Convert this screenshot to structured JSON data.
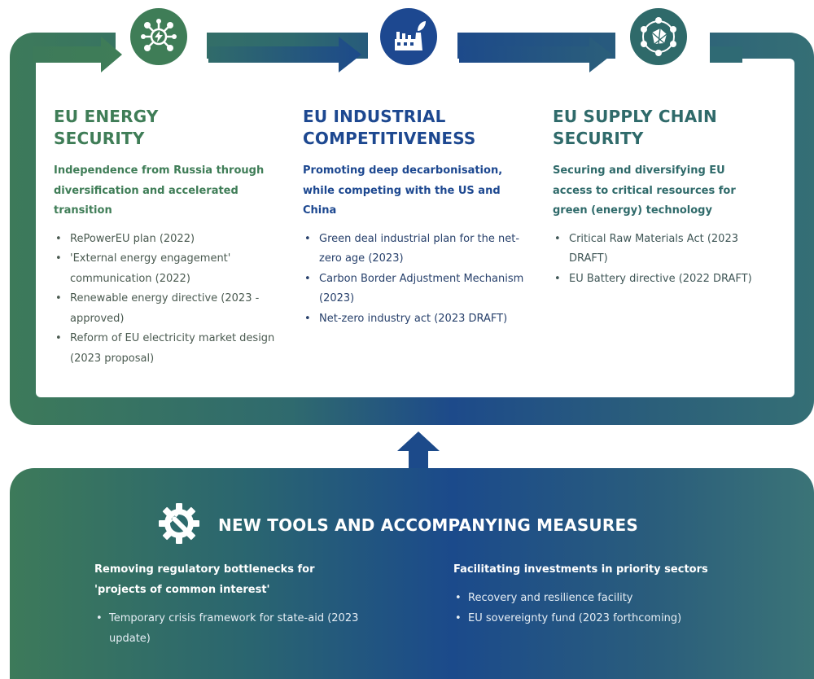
{
  "pillars": [
    {
      "title_line1": "EU ENERGY",
      "title_line2": "SECURITY",
      "subtitle": "Independence from Russia through diversification and accelerated transition",
      "icon": "energy-network-icon",
      "color": "#3f7d57",
      "items": [
        "RePowerEU plan (2022)",
        "'External energy engagement' communication (2022)",
        "Renewable energy directive (2023 - approved)",
        "Reform of EU electricity market design (2023 proposal)"
      ]
    },
    {
      "title_line1": "EU INDUSTRIAL",
      "title_line2": "COMPETITIVENESS",
      "subtitle": "Promoting deep decarbonisation, while competing with the US and China",
      "icon": "green-factory-icon",
      "color": "#1d4890",
      "items": [
        "Green deal industrial plan for the net-zero age (2023)",
        "Carbon Border Adjustment Mechanism (2023)",
        "Net-zero industry act (2023 DRAFT)"
      ]
    },
    {
      "title_line1": "EU SUPPLY CHAIN",
      "title_line2": "SECURITY",
      "subtitle": "Securing and diversifying EU access to critical resources for green (energy) technology",
      "icon": "raw-material-network-icon",
      "color": "#2f6a6a",
      "items": [
        "Critical Raw Materials Act (2023 DRAFT)",
        "EU Battery directive (2022 DRAFT)"
      ]
    }
  ],
  "tools": {
    "title": "NEW TOOLS AND ACCOMPANYING MEASURES",
    "icon": "gear-wrench-icon",
    "left": {
      "subtitle": "Removing regulatory bottlenecks for 'projects of common interest'",
      "items": [
        "Temporary crisis framework for state-aid (2023 update)"
      ]
    },
    "right": {
      "subtitle": "Facilitating investments in priority sectors",
      "items": [
        "Recovery and resilience facility",
        "EU sovereignty fund (2023 forthcoming)"
      ]
    }
  }
}
